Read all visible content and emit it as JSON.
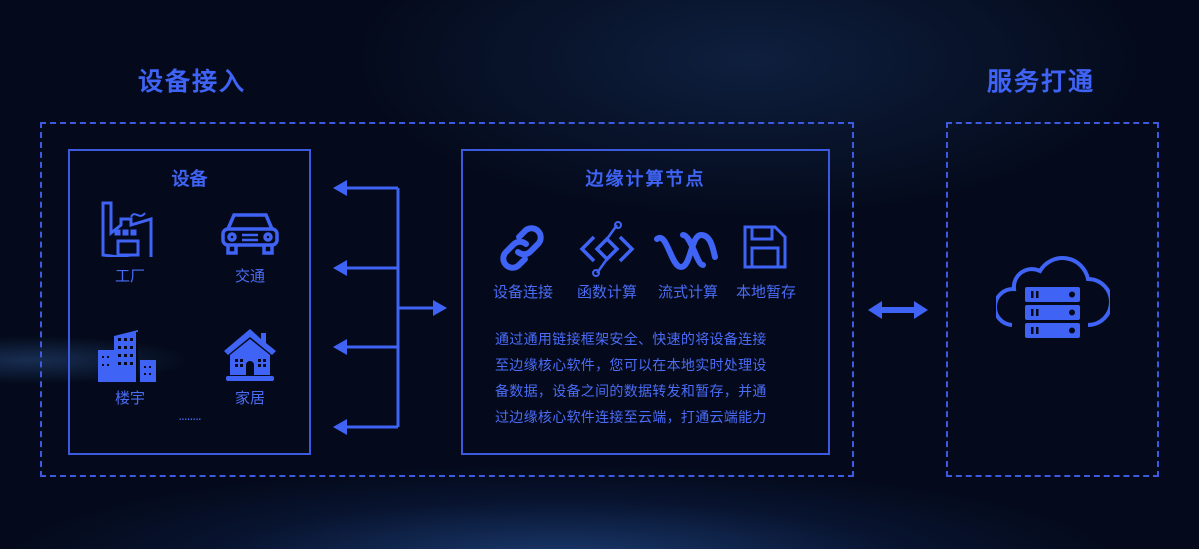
{
  "titles": {
    "left": "设备接入",
    "right": "服务打通"
  },
  "devices": {
    "title": "设备",
    "items": [
      {
        "label": "工厂",
        "icon": "factory-icon"
      },
      {
        "label": "交通",
        "icon": "car-icon"
      },
      {
        "label": "楼宇",
        "icon": "building-icon"
      },
      {
        "label": "家居",
        "icon": "house-icon"
      }
    ],
    "more": "........"
  },
  "edge": {
    "title": "边缘计算节点",
    "features": [
      {
        "label": "设备连接",
        "icon": "link-icon"
      },
      {
        "label": "函数计算",
        "icon": "function-icon"
      },
      {
        "label": "流式计算",
        "icon": "stream-icon"
      },
      {
        "label": "本地暂存",
        "icon": "save-icon"
      }
    ],
    "description": [
      "通过通用链接框架安全、快速的将设备连接",
      "至边缘核心软件，您可以在本地实时处理设",
      "备数据，设备之间的数据转发和暂存，并通",
      "过边缘核心软件连接至云端，打通云端能力"
    ]
  },
  "colors": {
    "accent": "#3f63f5",
    "background": "#040a1b"
  }
}
